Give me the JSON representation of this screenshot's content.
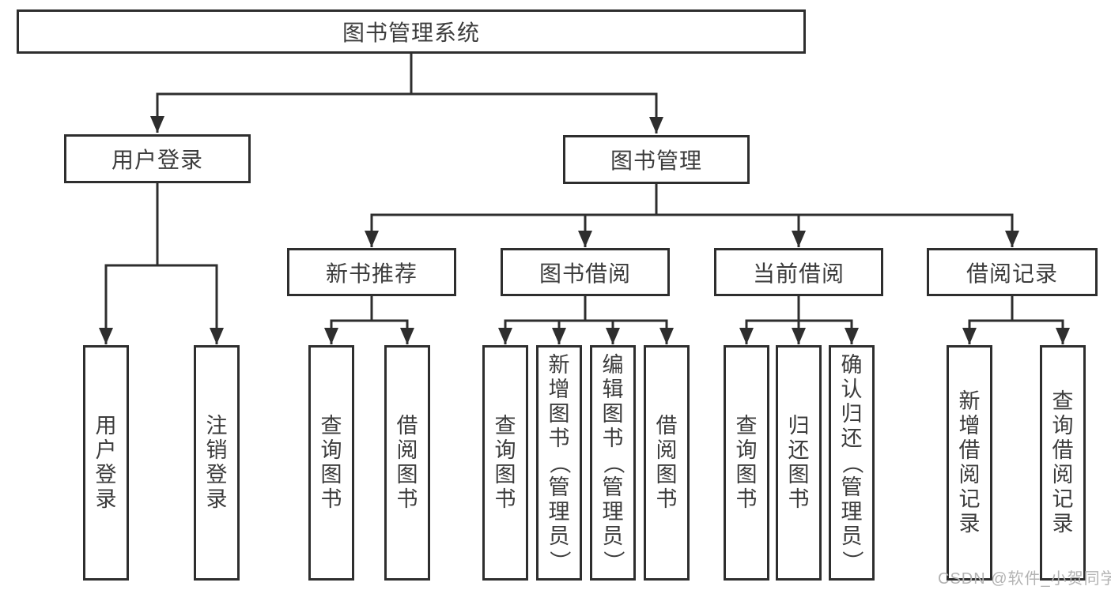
{
  "diagram": {
    "nodes": {
      "root": "图书管理系统",
      "userLogin": "用户登录",
      "bookMgmt": "图书管理",
      "newBooks": "新书推荐",
      "bookBorrow": "图书借阅",
      "currentBorrow": "当前借阅",
      "borrowRecords": "借阅记录",
      "leaves": {
        "login": [
          "用户登录",
          "注销登录"
        ],
        "newBooks": [
          "查询图书",
          "借阅图书"
        ],
        "bookBorrow": [
          "查询图书",
          "新增图书（管理员）",
          "编辑图书（管理员）",
          "借阅图书"
        ],
        "currentBorrow": [
          "查询图书",
          "归还图书",
          "确认归还（管理员）"
        ],
        "borrowRecords": [
          "新增借阅记录",
          "查询借阅记录"
        ]
      }
    },
    "colors": {
      "line": "#2e2e2e",
      "text": "#3c3c3c",
      "background": "#ffffff",
      "watermark": "#b3b3b3"
    }
  },
  "watermark": "CSDN @软件_小贺同学"
}
